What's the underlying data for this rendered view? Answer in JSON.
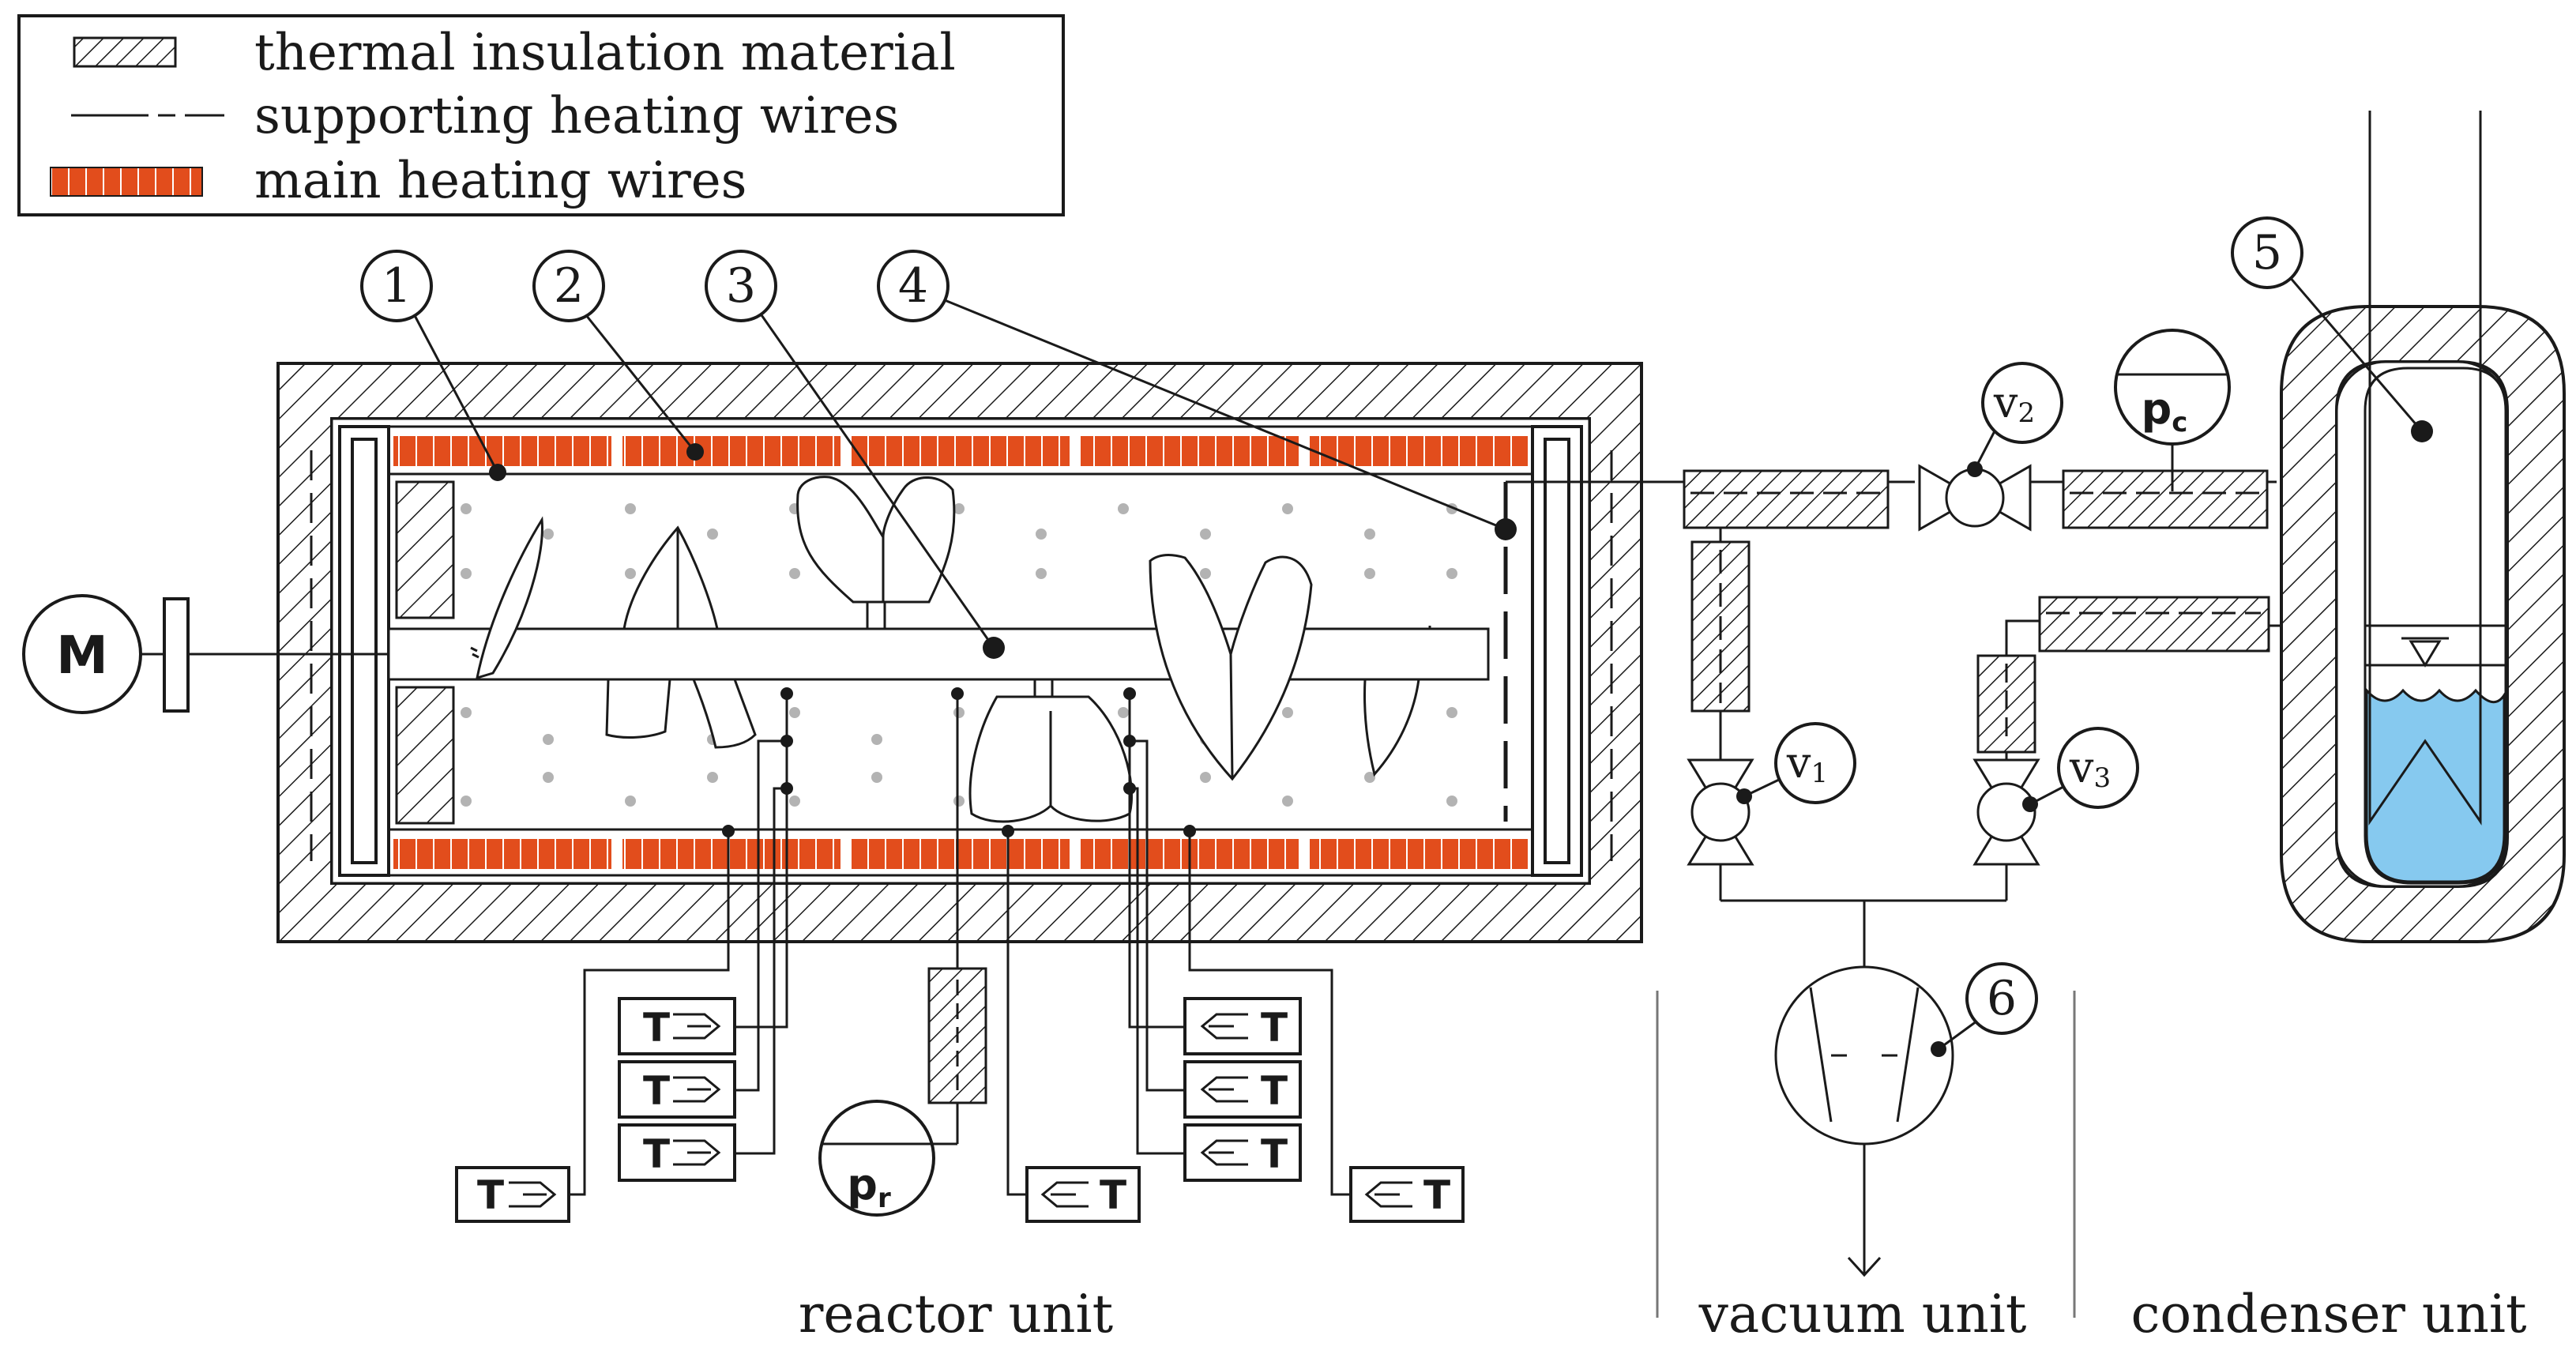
{
  "legend": {
    "insulation": "thermal insulation material",
    "support_wires": "supporting heating wires",
    "main_wires": "main heating wires"
  },
  "units": {
    "reactor": "reactor unit",
    "vacuum": "vacuum unit",
    "condenser": "condenser unit"
  },
  "callouts": [
    "1",
    "2",
    "3",
    "4",
    "5",
    "6"
  ],
  "motor": "M",
  "valves": {
    "v1": {
      "main": "v",
      "sub": "1"
    },
    "v2": {
      "main": "v",
      "sub": "2"
    },
    "v3": {
      "main": "v",
      "sub": "3"
    }
  },
  "gauges": {
    "reactor": {
      "main": "p",
      "sub": "r"
    },
    "condenser": {
      "main": "p",
      "sub": "c"
    }
  },
  "sensor_label": "T",
  "colors": {
    "heater": "#e24d1c",
    "line": "#1a1a1a",
    "liquid": "#86c9ef",
    "dot": "#b3b3b3"
  }
}
